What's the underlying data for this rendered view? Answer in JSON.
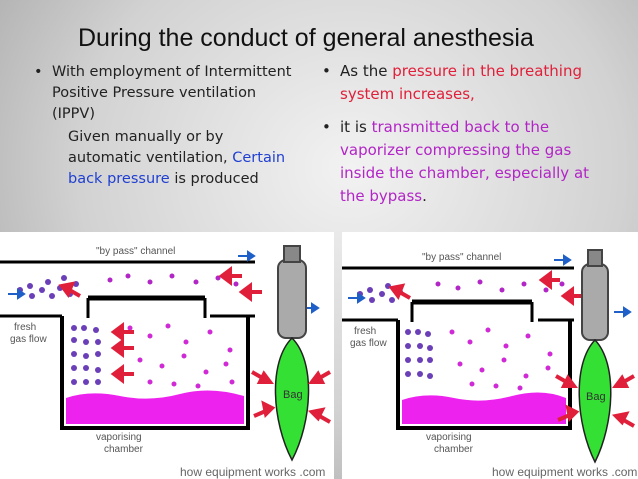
{
  "title": "During the conduct of general anesthesia",
  "left": {
    "bullet_mark": "•",
    "bullet_text": "With employment of Intermittent Positive Pressure ventilation (IPPV)",
    "sub_text_1": "Given manually or by automatic ventilation,",
    "sub_text_blue": "Certain back pressure",
    "sub_text_2": "is produced"
  },
  "right": {
    "bullet1_mark": "•",
    "bullet1_prefix": "As the",
    "bullet1_red": "pressure in the breathing system increases,",
    "bullet2_mark": "•",
    "bullet2_prefix": "it is",
    "bullet2_purple": "transmitted back to the vaporizer compressing the gas inside the chamber, especially at the bypass",
    "bullet2_end": "."
  },
  "diagram": {
    "bypass_label": "\"by pass\" channel",
    "fresh_label_1": "fresh",
    "fresh_label_2": "gas flow",
    "chamber_label_1": "vaporising",
    "chamber_label_2": "chamber",
    "bag_label": "Bag",
    "credit": "how equipment works .com"
  },
  "colors": {
    "pressure_red": "#e0203a",
    "transmit_purple": "#b225c6",
    "back_pressure_blue": "#1f3fd1",
    "bag_green": "#35e035",
    "liquid_magenta": "#ee22ee"
  }
}
